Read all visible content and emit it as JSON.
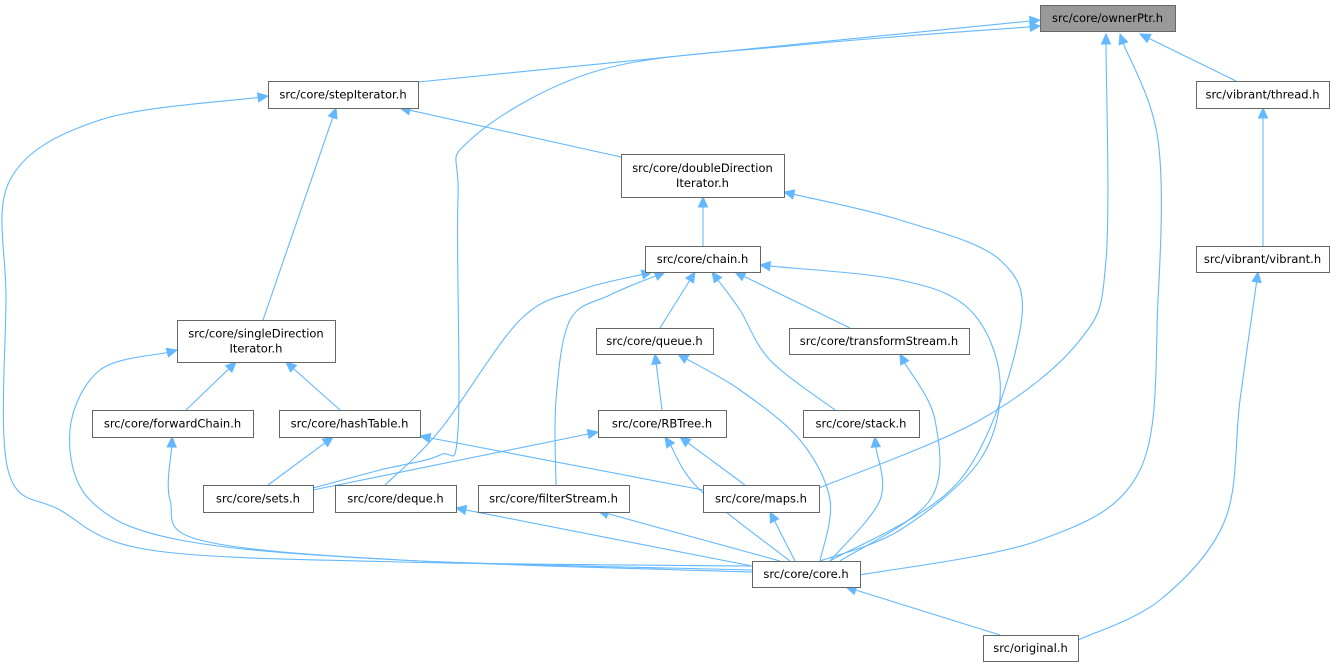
{
  "diagram": {
    "type": "include-dependency-graph",
    "root": "owner",
    "colors": {
      "edge": "#63b8ff",
      "root_fill": "#999999",
      "node_border": "#666666"
    },
    "nodes": [
      {
        "id": "owner",
        "lines": [
          "src/core/ownerPtr.h"
        ]
      },
      {
        "id": "step",
        "lines": [
          "src/core/stepIterator.h"
        ]
      },
      {
        "id": "thread",
        "lines": [
          "src/vibrant/thread.h"
        ]
      },
      {
        "id": "dbl",
        "lines": [
          "src/core/doubleDirection",
          "Iterator.h"
        ]
      },
      {
        "id": "chain",
        "lines": [
          "src/core/chain.h"
        ]
      },
      {
        "id": "vibrant",
        "lines": [
          "src/vibrant/vibrant.h"
        ]
      },
      {
        "id": "single",
        "lines": [
          "src/core/singleDirection",
          "Iterator.h"
        ]
      },
      {
        "id": "queue",
        "lines": [
          "src/core/queue.h"
        ]
      },
      {
        "id": "ts",
        "lines": [
          "src/core/transformStream.h"
        ]
      },
      {
        "id": "fwd",
        "lines": [
          "src/core/forwardChain.h"
        ]
      },
      {
        "id": "hash",
        "lines": [
          "src/core/hashTable.h"
        ]
      },
      {
        "id": "rb",
        "lines": [
          "src/core/RBTree.h"
        ]
      },
      {
        "id": "stack",
        "lines": [
          "src/core/stack.h"
        ]
      },
      {
        "id": "sets",
        "lines": [
          "src/core/sets.h"
        ]
      },
      {
        "id": "deque",
        "lines": [
          "src/core/deque.h"
        ]
      },
      {
        "id": "filter",
        "lines": [
          "src/core/filterStream.h"
        ]
      },
      {
        "id": "maps",
        "lines": [
          "src/core/maps.h"
        ]
      },
      {
        "id": "core",
        "lines": [
          "src/core/core.h"
        ]
      },
      {
        "id": "orig",
        "lines": [
          "src/original.h"
        ]
      }
    ],
    "edges": [
      {
        "from": "step",
        "to": "owner"
      },
      {
        "from": "sets",
        "to": "owner"
      },
      {
        "from": "maps",
        "to": "owner"
      },
      {
        "from": "core",
        "to": "owner"
      },
      {
        "from": "thread",
        "to": "owner"
      },
      {
        "from": "single",
        "to": "step"
      },
      {
        "from": "dbl",
        "to": "step"
      },
      {
        "from": "core",
        "to": "step"
      },
      {
        "from": "vibrant",
        "to": "thread"
      },
      {
        "from": "chain",
        "to": "dbl"
      },
      {
        "from": "core",
        "to": "dbl"
      },
      {
        "from": "queue",
        "to": "chain"
      },
      {
        "from": "ts",
        "to": "chain"
      },
      {
        "from": "stack",
        "to": "chain"
      },
      {
        "from": "deque",
        "to": "chain"
      },
      {
        "from": "filter",
        "to": "chain"
      },
      {
        "from": "core",
        "to": "chain"
      },
      {
        "from": "orig",
        "to": "vibrant"
      },
      {
        "from": "fwd",
        "to": "single"
      },
      {
        "from": "hash",
        "to": "single"
      },
      {
        "from": "core",
        "to": "single"
      },
      {
        "from": "rb",
        "to": "queue"
      },
      {
        "from": "core",
        "to": "queue"
      },
      {
        "from": "core",
        "to": "ts"
      },
      {
        "from": "core",
        "to": "fwd"
      },
      {
        "from": "sets",
        "to": "hash"
      },
      {
        "from": "maps",
        "to": "hash"
      },
      {
        "from": "sets",
        "to": "rb"
      },
      {
        "from": "maps",
        "to": "rb"
      },
      {
        "from": "core",
        "to": "rb"
      },
      {
        "from": "core",
        "to": "stack"
      },
      {
        "from": "core",
        "to": "deque"
      },
      {
        "from": "core",
        "to": "filter"
      },
      {
        "from": "core",
        "to": "maps"
      },
      {
        "from": "orig",
        "to": "core"
      }
    ]
  }
}
